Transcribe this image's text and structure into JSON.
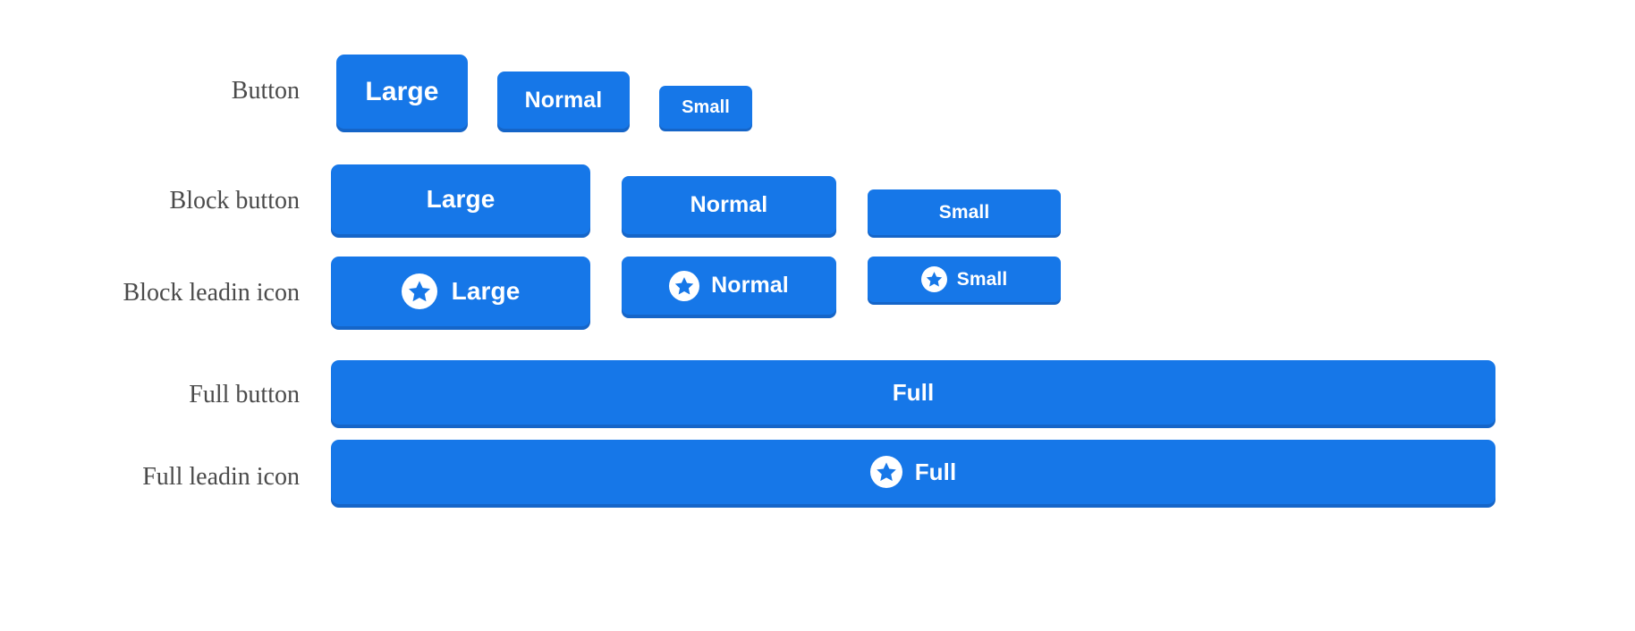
{
  "page": {
    "background": "#ffffff",
    "accent_color": "#1677e8",
    "accent_shadow_color": "#1565c8",
    "button_text_color": "#ffffff",
    "label_text_color": "#4a4a4a"
  },
  "rows": [
    {
      "label": "Button",
      "buttons": [
        {
          "label": "Large",
          "size": "large",
          "icon": null
        },
        {
          "label": "Normal",
          "size": "normal",
          "icon": null
        },
        {
          "label": "Small",
          "size": "small",
          "icon": null
        }
      ]
    },
    {
      "label": "Block button",
      "buttons": [
        {
          "label": "Large",
          "size": "large",
          "icon": null
        },
        {
          "label": "Normal",
          "size": "normal",
          "icon": null
        },
        {
          "label": "Small",
          "size": "small",
          "icon": null
        }
      ]
    },
    {
      "label": "Block leadin icon",
      "buttons": [
        {
          "label": "Large",
          "size": "large",
          "icon": "star-circle-icon"
        },
        {
          "label": "Normal",
          "size": "normal",
          "icon": "star-circle-icon"
        },
        {
          "label": "Small",
          "size": "small",
          "icon": "star-circle-icon"
        }
      ]
    },
    {
      "label": "Full button",
      "buttons": [
        {
          "label": "Full",
          "size": "full",
          "icon": null
        }
      ]
    },
    {
      "label": "Full leadin icon",
      "buttons": [
        {
          "label": "Full",
          "size": "full",
          "icon": "star-circle-icon"
        }
      ]
    }
  ],
  "label_font_sizes": {
    "button": "28px",
    "block_button": "28px",
    "block_leadin_icon": "28px",
    "full_button": "28px",
    "full_leadin_icon": "28px"
  }
}
